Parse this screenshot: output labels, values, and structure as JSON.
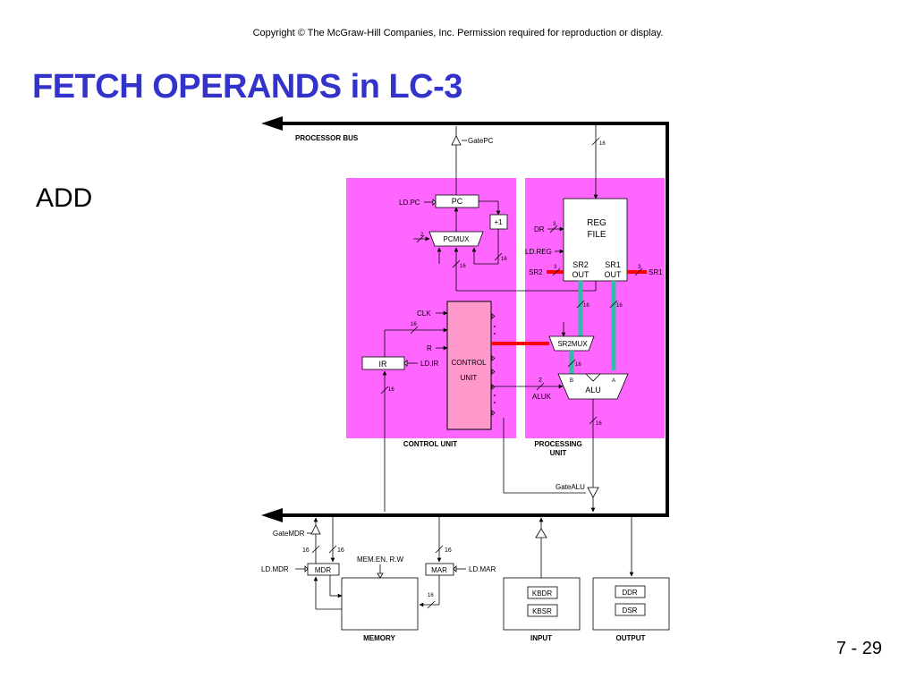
{
  "copyright": "Copyright © The McGraw-Hill Companies, Inc.  Permission required for reproduction or display.",
  "title": "FETCH OPERANDS in LC-3",
  "subhead": "ADD",
  "slide_number": "7 - 29",
  "colors": {
    "title": "#3333cc",
    "region_fill": "#ff66ff",
    "control_unit_fill": "#ff99cc",
    "highlight_red": "#ff0000",
    "highlight_teal": "#33bbaa"
  },
  "diagram": {
    "bus_labels": {
      "processor_bus": "PROCESSOR BUS"
    },
    "region_labels": {
      "control_unit": "CONTROL UNIT",
      "processing_unit_1": "PROCESSING",
      "processing_unit_2": "UNIT",
      "memory": "MEMORY",
      "input": "INPUT",
      "output": "OUTPUT"
    },
    "blocks": {
      "pc": "PC",
      "plus_one": "+1",
      "pcmux": "PCMUX",
      "reg_file_1": "REG",
      "reg_file_2": "FILE",
      "sr2_out_1": "SR2",
      "sr2_out_2": "OUT",
      "sr1_out_1": "SR1",
      "sr1_out_2": "OUT",
      "sr2mux": "SR2MUX",
      "alu": "ALU",
      "alu_b": "B",
      "alu_a": "A",
      "ir": "IR",
      "control_unit_1": "CONTROL",
      "control_unit_2": "UNIT",
      "mdr": "MDR",
      "mar": "MAR",
      "kbdr": "KBDR",
      "kbsr": "KBSR",
      "ddr": "DDR",
      "dsr": "DSR"
    },
    "signals": {
      "gate_pc": "GatePC",
      "ld_pc": "LD.PC",
      "dr": "DR",
      "ld_reg": "LD.REG",
      "sr2": "SR2",
      "sr1": "SR1",
      "clk": "CLK",
      "r": "R",
      "ld_ir": "LD.IR",
      "aluk": "ALUK",
      "gate_alu": "GateALU",
      "gate_mdr": "GateMDR",
      "ld_mdr": "LD.MDR",
      "mem_en_rw": "MEM.EN, R.W",
      "ld_mar": "LD.MAR"
    },
    "widths": {
      "w16": "16",
      "w3": "3",
      "w2": "2"
    }
  }
}
